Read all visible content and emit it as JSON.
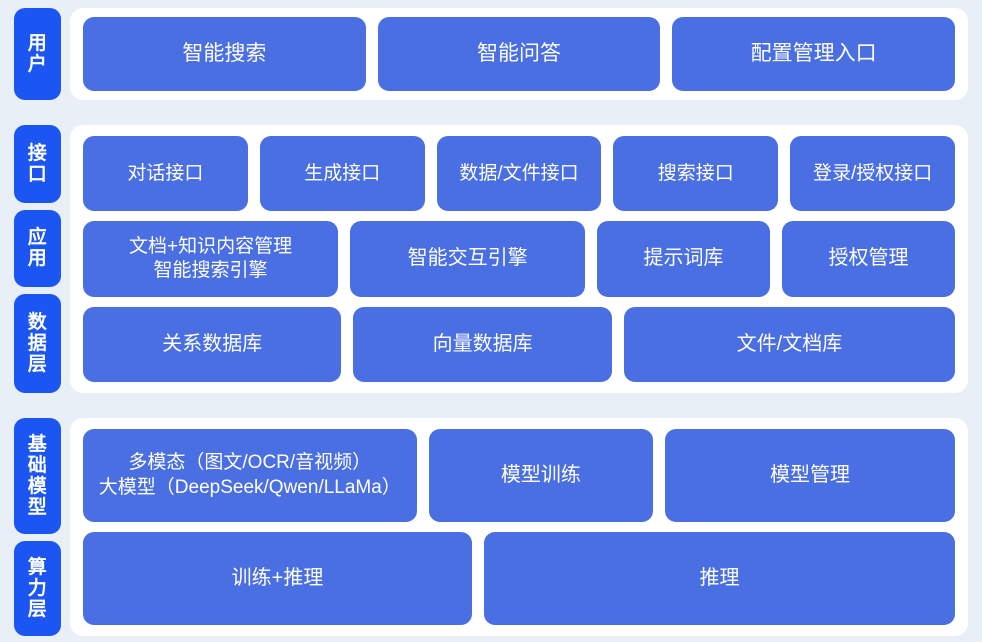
{
  "theme": {
    "page_background": "#e9eff7",
    "panel_background": "#ffffff",
    "rail_tab_color": "#1b55f2",
    "box_color": "#4a6fe2",
    "text_color": "#ffffff"
  },
  "sections": {
    "user": {
      "rail": [
        {
          "label": "用户"
        }
      ],
      "rows": [
        {
          "boxes": [
            {
              "label": "智能搜索"
            },
            {
              "label": "智能问答"
            },
            {
              "label": "配置管理入口"
            }
          ]
        }
      ]
    },
    "platform": {
      "rail": [
        {
          "label": "接口"
        },
        {
          "label": "应用"
        },
        {
          "label": "数据层"
        }
      ],
      "rows": [
        {
          "name": "interface",
          "boxes": [
            {
              "label": "对话接口"
            },
            {
              "label": "生成接口"
            },
            {
              "label": "数据/文件接口"
            },
            {
              "label": "搜索接口"
            },
            {
              "label": "登录/授权接口"
            }
          ]
        },
        {
          "name": "application",
          "boxes": [
            {
              "label": "文档+知识内容管理\n智能搜索引擎"
            },
            {
              "label": "智能交互引擎"
            },
            {
              "label": "提示词库"
            },
            {
              "label": "授权管理"
            }
          ]
        },
        {
          "name": "data",
          "boxes": [
            {
              "label": "关系数据库"
            },
            {
              "label": "向量数据库"
            },
            {
              "label": "文件/文档库"
            }
          ]
        }
      ]
    },
    "infrastructure": {
      "rail": [
        {
          "label": "基础模型"
        },
        {
          "label": "算力层"
        }
      ],
      "rows": [
        {
          "name": "model",
          "boxes": [
            {
              "label": "多模态（图文/OCR/音视频）\n大模型（DeepSeek/Qwen/LLaMa）"
            },
            {
              "label": "模型训练"
            },
            {
              "label": "模型管理"
            }
          ]
        },
        {
          "name": "compute",
          "boxes": [
            {
              "label": "训练+推理"
            },
            {
              "label": "推理"
            }
          ]
        }
      ]
    }
  }
}
